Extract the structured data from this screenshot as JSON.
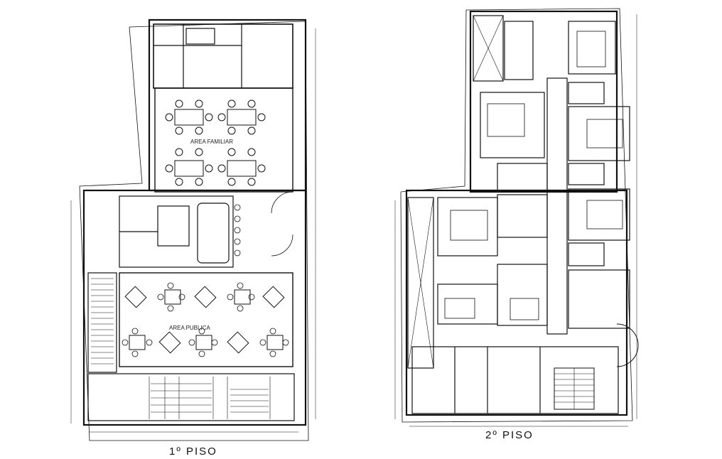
{
  "drawing": {
    "background": "#ffffff",
    "line_color": "#111111"
  },
  "floor1": {
    "caption": "1º  PISO",
    "rooms": {
      "family_area": "AREA FAMILIAR",
      "public_area": "AREA PUBLICA"
    }
  },
  "floor2": {
    "caption": "2º  PISO"
  }
}
